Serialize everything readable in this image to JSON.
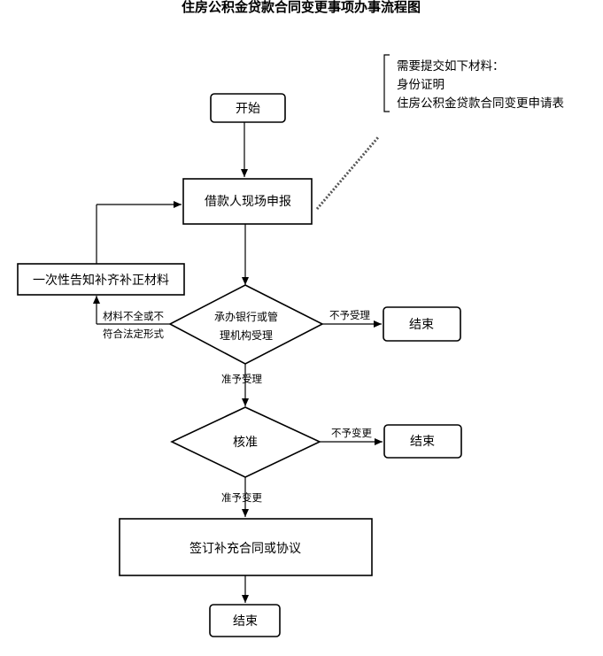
{
  "title": "住房公积金贷款合同变更事项办事流程图",
  "note": {
    "heading": "需要提交如下材料：",
    "items": [
      "身份证明",
      "住房公积金贷款合同变更申请表"
    ]
  },
  "nodes": {
    "start": "开始",
    "apply": "借款人现场申报",
    "supplement": "一次性告知补齐补正材料",
    "accept": [
      "承办银行或管",
      "理机构受理"
    ],
    "end1": "结束",
    "approve": "核准",
    "end2": "结束",
    "sign": "签订补充合同或协议",
    "end3": "结束"
  },
  "edges": {
    "reject_accept": "不予受理",
    "incomplete": [
      "材料不全或不",
      "符合法定形式"
    ],
    "accepted": "准予受理",
    "reject_change": "不予变更",
    "approved": "准予变更"
  }
}
